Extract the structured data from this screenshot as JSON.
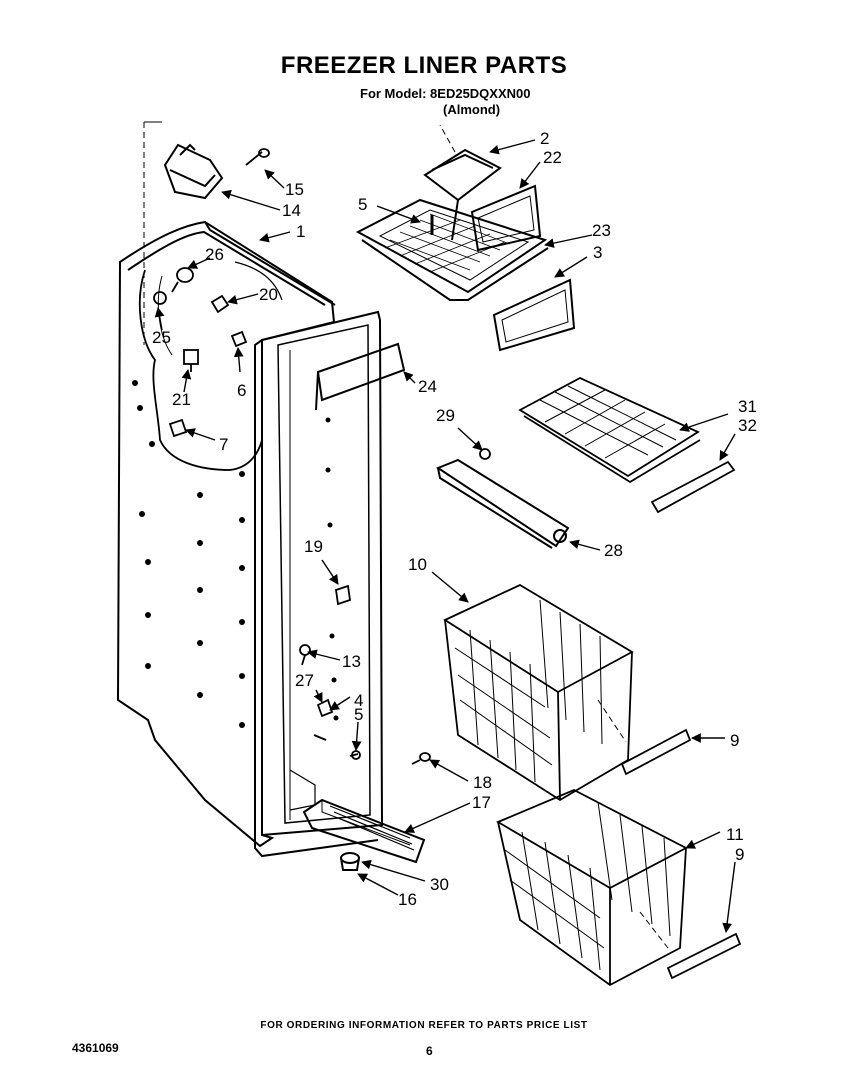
{
  "header": {
    "title": "FREEZER LINER PARTS",
    "model_line": "For Model: 8ED25DQXXN00",
    "color_line": "(Almond)"
  },
  "footer": {
    "ordering_note": "FOR ORDERING INFORMATION REFER TO PARTS PRICE LIST",
    "document_number": "4361069",
    "page_number": "6"
  },
  "callouts": {
    "c1": "1",
    "c2": "2",
    "c3": "3",
    "c4": "4",
    "c5a": "5",
    "c5b": "5",
    "c6": "6",
    "c7": "7",
    "c9a": "9",
    "c9b": "9",
    "c10": "10",
    "c11": "11",
    "c13": "13",
    "c14": "14",
    "c15": "15",
    "c16": "16",
    "c17": "17",
    "c18": "18",
    "c19": "19",
    "c20": "20",
    "c21": "21",
    "c22": "22",
    "c23": "23",
    "c24": "24",
    "c25": "25",
    "c26": "26",
    "c27": "27",
    "c28": "28",
    "c29": "29",
    "c30": "30",
    "c31": "31",
    "c32": "32"
  }
}
